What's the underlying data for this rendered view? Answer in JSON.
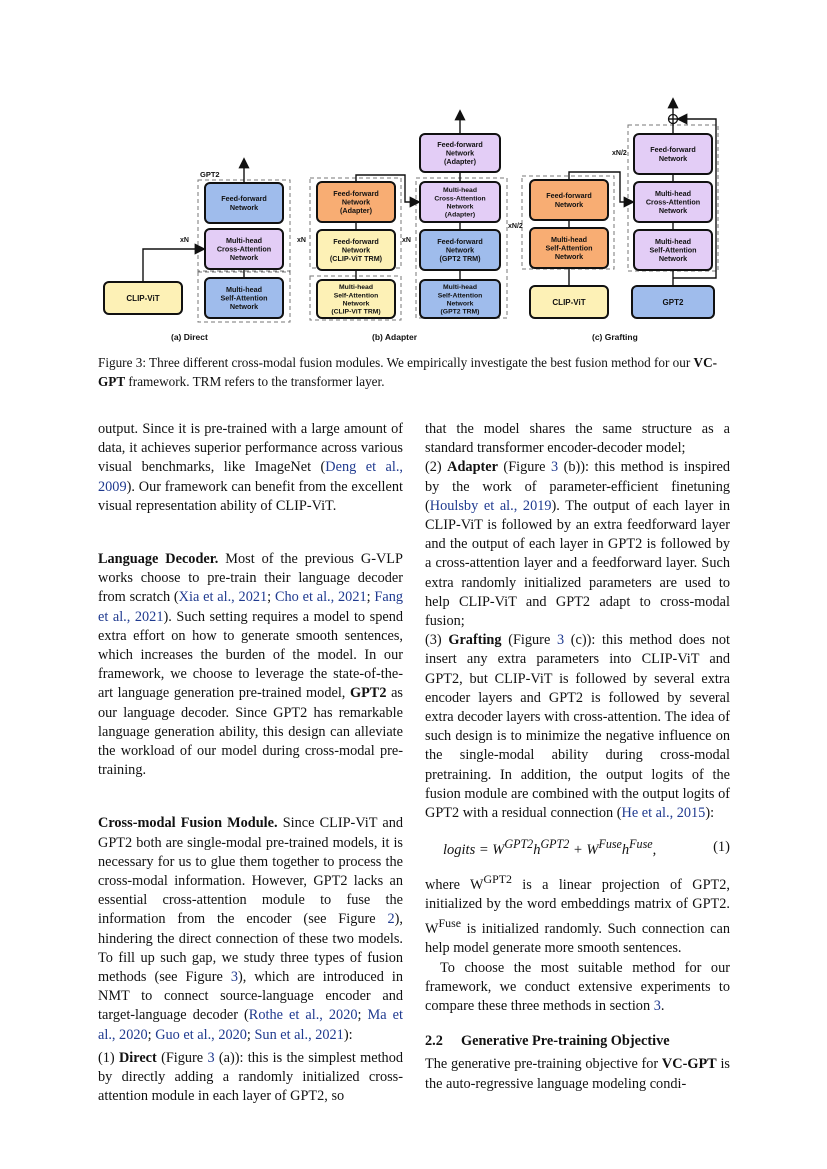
{
  "figure": {
    "panels": {
      "direct": {
        "caption": "(a) Direct",
        "gpt2_label": "GPT2",
        "repeat": "xN",
        "clip": "CLIP-ViT",
        "ffn": [
          "Feed-forward",
          "Network"
        ],
        "cross": [
          "Multi-head",
          "Cross-Attention",
          "Network"
        ],
        "self": [
          "Multi-head",
          "Self-Attention",
          "Network"
        ]
      },
      "adapter": {
        "caption": "(b) Adapter",
        "repeat_left": "xN",
        "repeat_right": "xN",
        "left_adapter": [
          "Feed-forward",
          "Network",
          "(Adapter)"
        ],
        "left_ffn": [
          "Feed-forward",
          "Network",
          "(CLIP-ViT TRM)"
        ],
        "left_self": [
          "Multi-head",
          "Self-Attention",
          "Network",
          "(CLIP-ViT TRM)"
        ],
        "right_adapter": [
          "Feed-forward",
          "Network",
          "(Adapter)"
        ],
        "right_cross": [
          "Multi-head",
          "Cross-Attention",
          "Network",
          "(Adapter)"
        ],
        "right_ffn": [
          "Feed-forward",
          "Network",
          "(GPT2 TRM)"
        ],
        "right_self": [
          "Multi-head",
          "Self-Attention",
          "Network",
          "(GPT2 TRM)"
        ]
      },
      "grafting": {
        "caption": "(c) Grafting",
        "repeat_left": "xN/2",
        "repeat_right": "xN/2",
        "left_ffn": [
          "Feed-forward",
          "Network"
        ],
        "left_self": [
          "Multi-head",
          "Self-Attention",
          "Network"
        ],
        "clip": "CLIP-ViT",
        "right_ffn": [
          "Feed-forward",
          "Network"
        ],
        "right_cross": [
          "Multi-head",
          "Cross-Attention",
          "Network"
        ],
        "right_self": [
          "Multi-head",
          "Self-Attention",
          "Network"
        ],
        "gpt2": "GPT2",
        "plus": "⊕"
      }
    },
    "colors": {
      "blue": "#9fbcec",
      "purple": "#e3cdf6",
      "orange": "#f8ad73",
      "yellow": "#fdf1b6"
    }
  },
  "caption": {
    "p1": "Figure 3: Three different cross-modal fusion modules. We empirically investigate the best fusion method for our",
    "bold": "VC-GPT",
    "p2": " framework. TRM refers to the transformer layer."
  },
  "left": {
    "para1": {
      "a": "output. Since it is pre-trained with a large amount of data, it achieves superior performance across various visual benchmarks, like ImageNet (",
      "cite": "Deng et al., 2009",
      "b": "). Our framework can benefit from the excellent visual representation ability of CLIP-ViT."
    },
    "para2": {
      "head": "Language Decoder.",
      "a": " Most of the previous G-VLP works choose to pre-train their language decoder from scratch (",
      "c1": "Xia et al., 2021",
      "s1": "; ",
      "c2": "Cho et al., 2021",
      "s2": "; ",
      "c3": "Fang et al., 2021",
      "b": "). Such setting requires a model to spend extra effort on how to generate smooth sentences, which increases the burden of the model. In our framework, we choose to leverage the state-of-the-art language generation pre-trained model, ",
      "bold": "GPT2",
      "c": " as our language decoder. Since GPT2 has remarkable language generation ability, this design can alleviate the workload of our model during cross-modal pre-training."
    },
    "para3": {
      "head": "Cross-modal Fusion Module.",
      "a": " Since CLIP-ViT and GPT2 both are single-modal pre-trained models, it is necessary for us to glue them together to process the cross-modal information. However, GPT2 lacks an essential cross-attention module to fuse the information from the encoder (see Figure ",
      "ref": "2",
      "b": "), hindering the direct connection of these two models. To fill up such gap, we study three types of fusion methods (see Figure ",
      "ref2": "3",
      "c": "), which are introduced in NMT to connect source-language encoder and target-language decoder (",
      "c1": "Rothe et al., 2020",
      "s1": "; ",
      "c2": "Ma et al., 2020",
      "s2": "; ",
      "c3": "Guo et al., 2020",
      "s3": "; ",
      "c4": "Sun et al., 2021",
      "d": "):"
    },
    "para4": {
      "a": "(1) ",
      "bold": "Direct",
      "b": " (Figure ",
      "ref": "3",
      "c": " (a)): this is the simplest method by directly adding a randomly initialized cross-attention module in each layer of GPT2, so"
    }
  },
  "right": {
    "para1": "that the model shares the same structure as a standard transformer encoder-decoder model;",
    "para2": {
      "a": "(2) ",
      "bold": "Adapter",
      "b": " (Figure ",
      "ref": "3",
      "c": " (b)): this method is inspired by the work of parameter-efficient finetuning (",
      "cite": "Houlsby et al., 2019",
      "d": "). The output of each layer in CLIP-ViT is followed by an extra feedforward layer and the output of each layer in GPT2 is followed by a cross-attention layer and a feedforward layer. Such extra randomly initialized parameters are used to help CLIP-ViT and GPT2 adapt to cross-modal fusion;"
    },
    "para3": {
      "a": "(3) ",
      "bold": "Grafting",
      "b": " (Figure ",
      "ref": "3",
      "c": " (c)): this method does not insert any extra parameters into CLIP-ViT and GPT2, but CLIP-ViT is followed by several extra encoder layers and GPT2 is followed by several extra decoder layers with cross-attention. The idea of such design is to minimize the negative influence on the single-modal ability during cross-modal pretraining. In addition, the output logits of the fusion module are combined with the output logits of GPT2 with a residual connection (",
      "cite": "He et al., 2015",
      "d": "):"
    },
    "equation": {
      "lhs": "logits = W",
      "sup1": "GPT2",
      "h1": "h",
      "sup2": "GPT2",
      "plus": " + W",
      "sup3": "Fuse",
      "h2": "h",
      "sup4": "Fuse",
      "comma": ",",
      "number": "(1)"
    },
    "para4": {
      "a": "where W",
      "sup": "GPT2",
      "b": " is a linear projection of GPT2, initialized by the word embeddings matrix of GPT2. W",
      "sup2": "Fuse",
      "c": " is initialized randomly. Such connection can help model generate more smooth sentences."
    },
    "para5": {
      "a": "To choose the most suitable method for our framework, we conduct extensive experiments to compare these three methods in section ",
      "ref": "3",
      "b": "."
    },
    "section": {
      "number": "2.2",
      "title": "Generative Pre-training Objective"
    },
    "para6": {
      "a": "The generative pre-training objective for ",
      "bold": "VC-GPT",
      "b": " is the auto-regressive language modeling condi-"
    }
  }
}
